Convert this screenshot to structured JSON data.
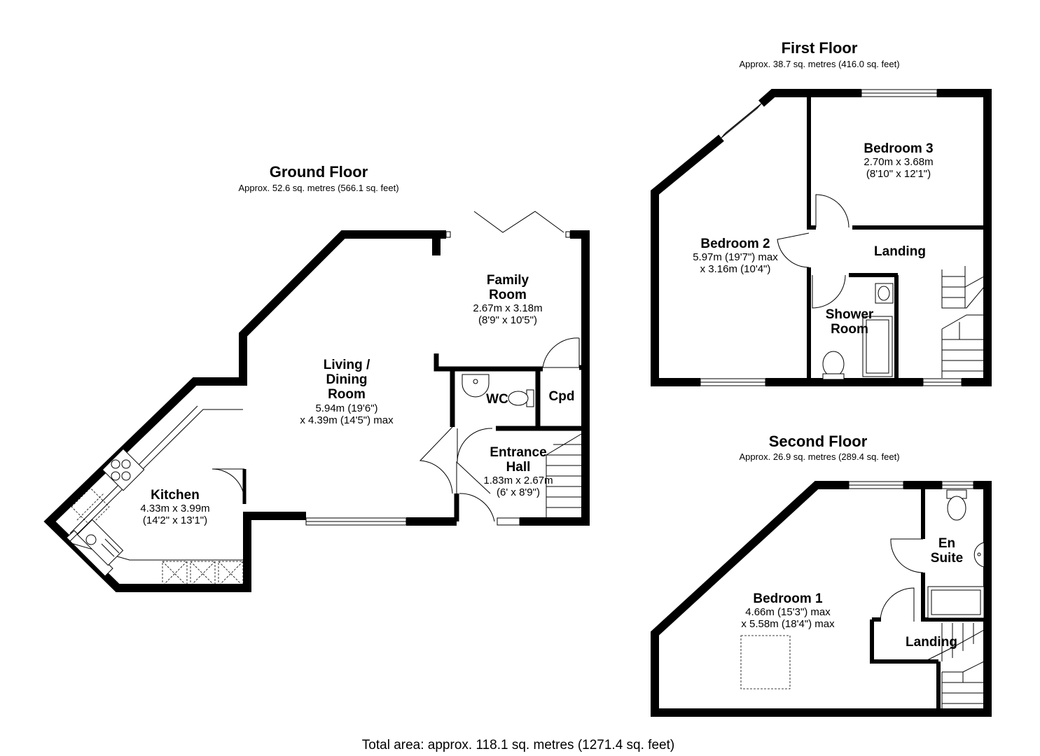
{
  "floors": {
    "ground": {
      "title": "Ground Floor",
      "area": "Approx. 52.6 sq. metres (566.1 sq. feet)",
      "rooms": {
        "living": {
          "name_1": "Living /",
          "name_2": "Dining",
          "name_3": "Room",
          "dim_1": "5.94m (19'6\")",
          "dim_2": "x 4.39m (14'5\") max"
        },
        "family": {
          "name_1": "Family",
          "name_2": "Room",
          "dim_1": "2.67m x 3.18m",
          "dim_2": "(8'9\" x 10'5\")"
        },
        "wc": {
          "name": "WC"
        },
        "cpd": {
          "name": "Cpd"
        },
        "hall": {
          "name_1": "Entrance",
          "name_2": "Hall",
          "dim_1": "1.83m x 2.67m",
          "dim_2": "(6' x 8'9\")"
        },
        "kitchen": {
          "name": "Kitchen",
          "dim_1": "4.33m x 3.99m",
          "dim_2": "(14'2\" x 13'1\")"
        }
      }
    },
    "first": {
      "title": "First Floor",
      "area": "Approx. 38.7 sq. metres (416.0 sq. feet)",
      "rooms": {
        "bed3": {
          "name": "Bedroom 3",
          "dim_1": "2.70m x 3.68m",
          "dim_2": "(8'10\" x 12'1\")"
        },
        "bed2": {
          "name": "Bedroom 2",
          "dim_1": "5.97m (19'7\") max",
          "dim_2": "x 3.16m (10'4\")"
        },
        "landing": {
          "name": "Landing"
        },
        "shower": {
          "name_1": "Shower",
          "name_2": "Room"
        }
      }
    },
    "second": {
      "title": "Second Floor",
      "area": "Approx. 26.9 sq. metres (289.4 sq. feet)",
      "rooms": {
        "bed1": {
          "name": "Bedroom 1",
          "dim_1": "4.66m (15'3\") max",
          "dim_2": "x 5.58m (18'4\") max"
        },
        "ensuite": {
          "name_1": "En",
          "name_2": "Suite"
        },
        "landing": {
          "name": "Landing"
        }
      }
    }
  },
  "total_area": "Total area: approx. 118.1 sq. metres (1271.4 sq. feet)",
  "colors": {
    "wall": "#000000",
    "background": "#ffffff"
  }
}
